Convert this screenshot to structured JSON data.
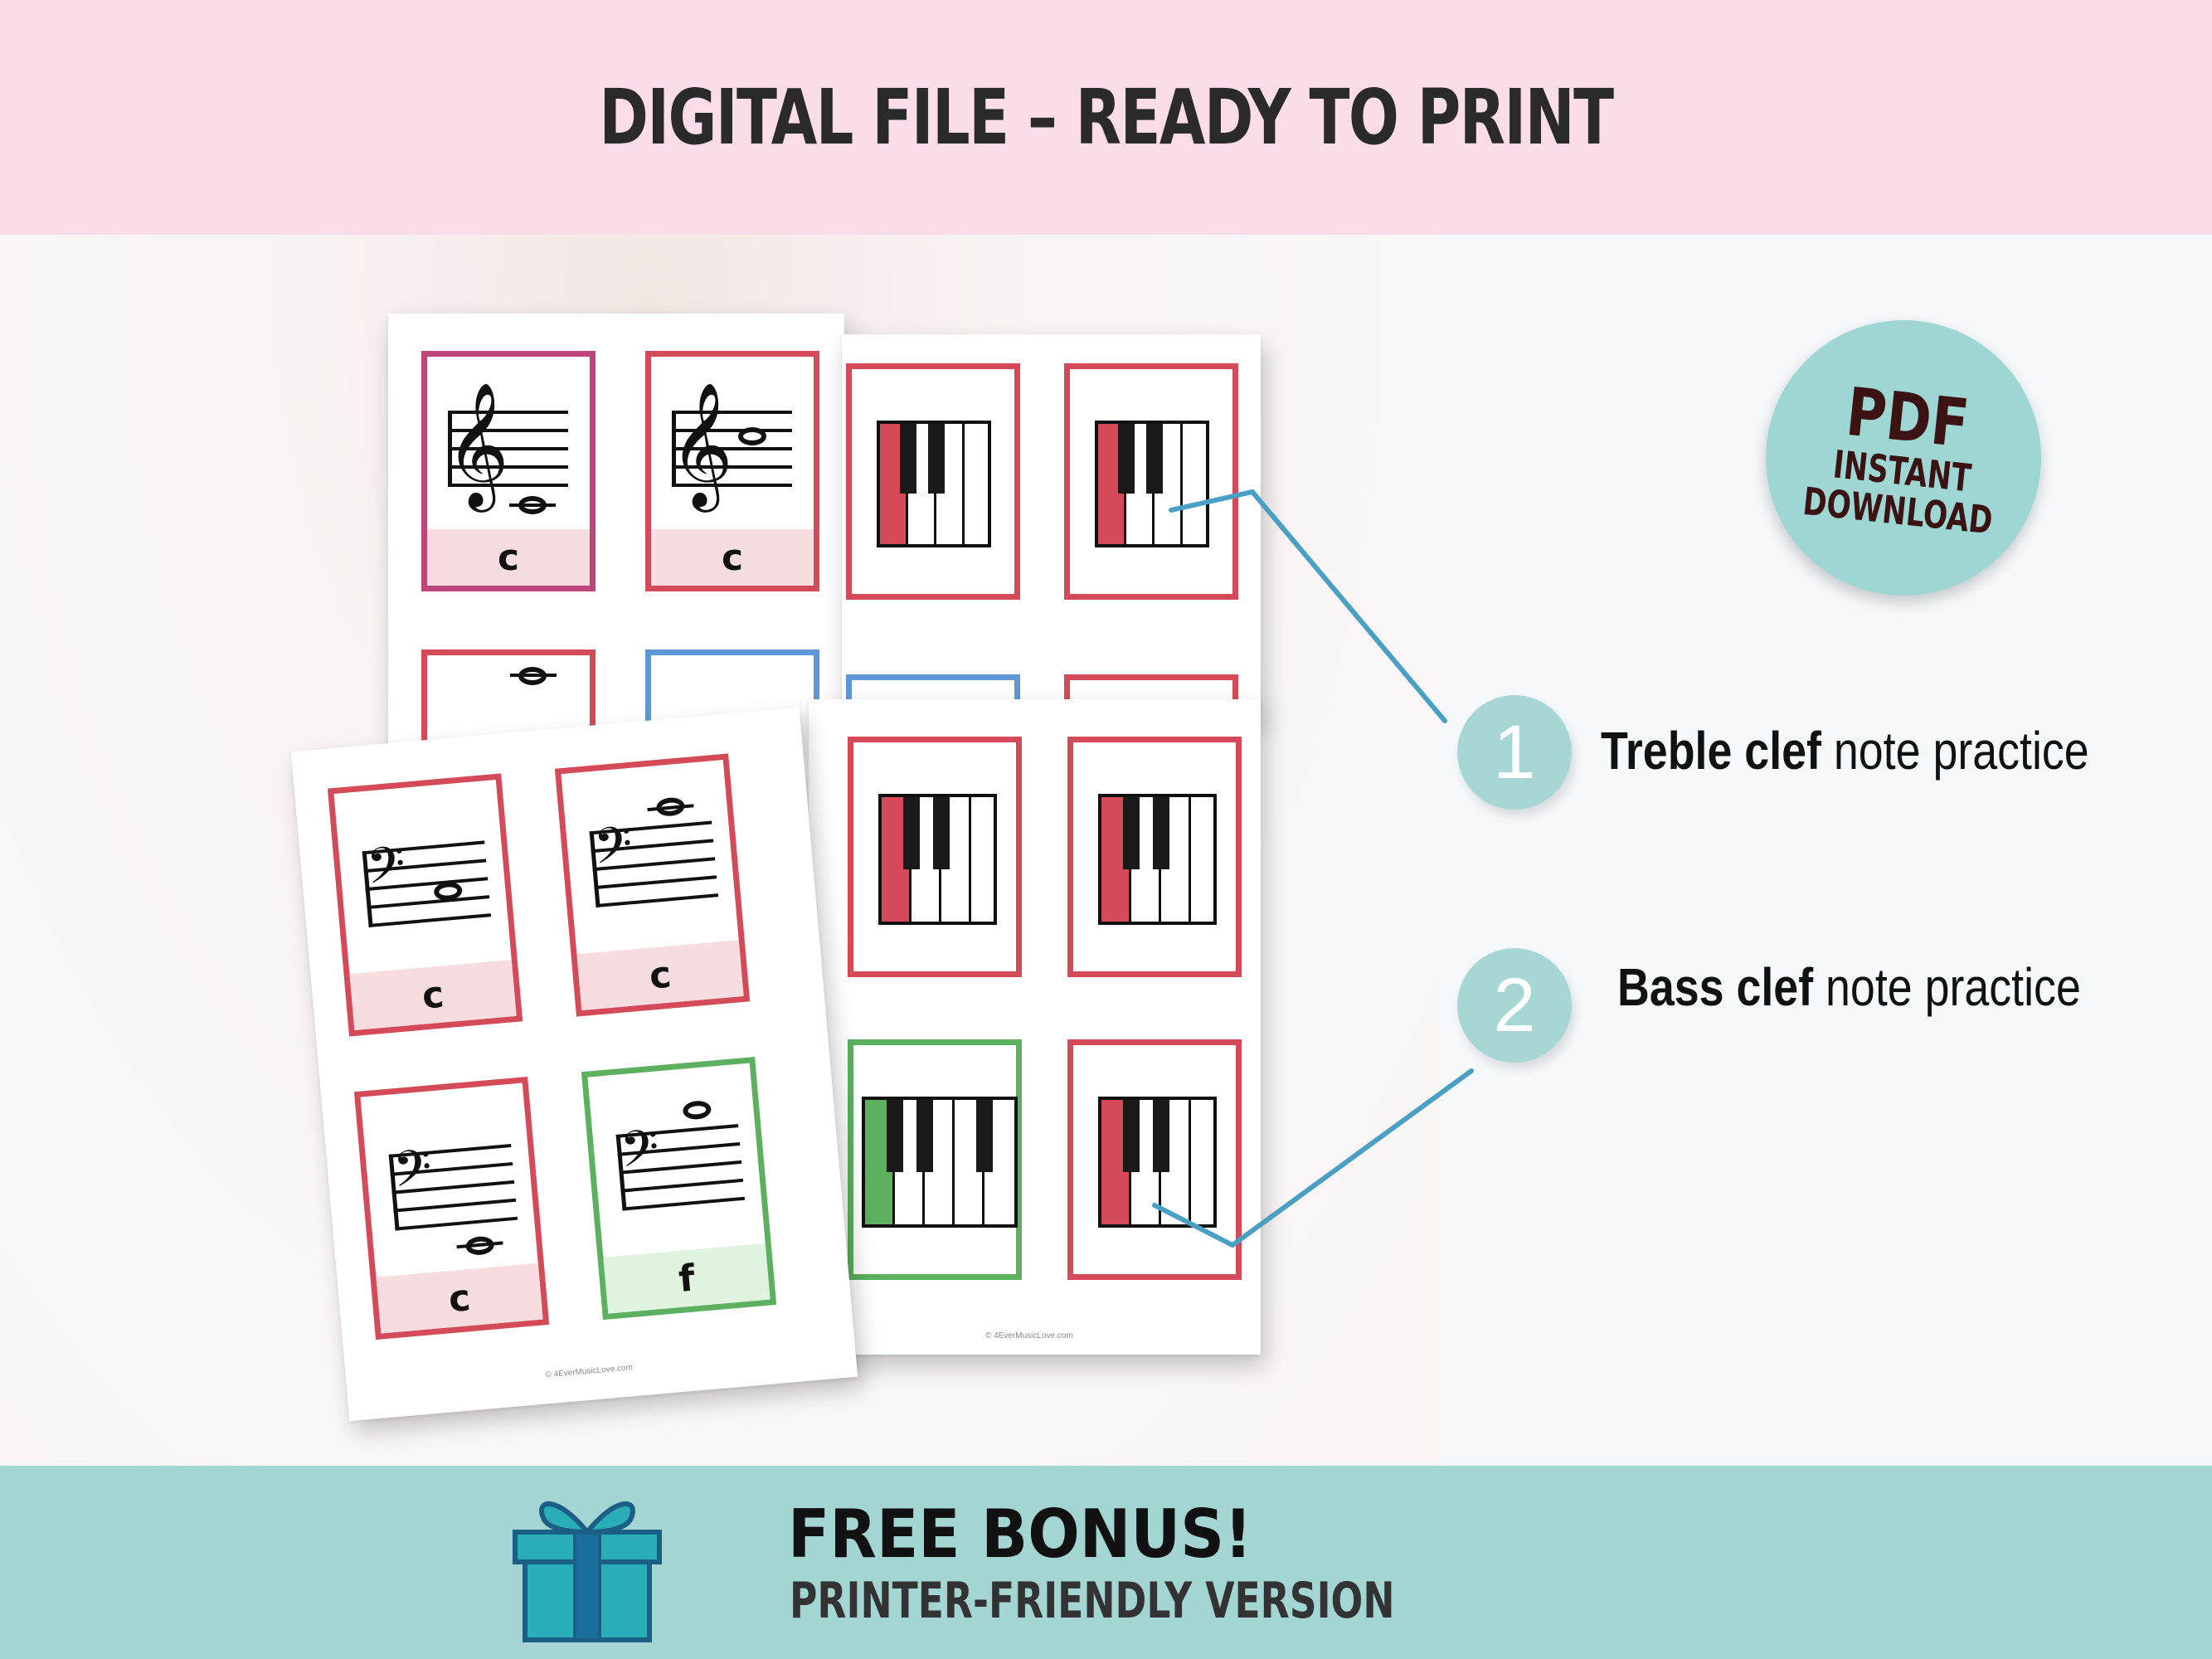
{
  "header": {
    "title": "DIGITAL FILE – READY TO PRINT"
  },
  "badge": {
    "line1": "PDF",
    "line2": "INSTANT",
    "line3": "DOWNLOAD",
    "color": "#9ed6d3"
  },
  "features": [
    {
      "number": "1",
      "bold": "Treble clef",
      "rest": " note practice"
    },
    {
      "number": "2",
      "bold": "Bass clef",
      "rest": " note practice"
    }
  ],
  "flashcards": {
    "back_sheet_labels": [
      "c",
      "c"
    ],
    "front_sheet_labels": [
      "c",
      "c",
      "c",
      "f"
    ],
    "copyright": "© 4EverMusicLove.com"
  },
  "bonus": {
    "title": "FREE BONUS!",
    "subtitle": "PRINTER-FRIENDLY VERSION"
  },
  "colors": {
    "top_banner": "#fadde9",
    "bottom_banner": "#a3d5d3",
    "card_red": "#d44a58",
    "card_green": "#5cb05f",
    "card_blue": "#5f97d6",
    "connector": "#4aa0c4"
  }
}
